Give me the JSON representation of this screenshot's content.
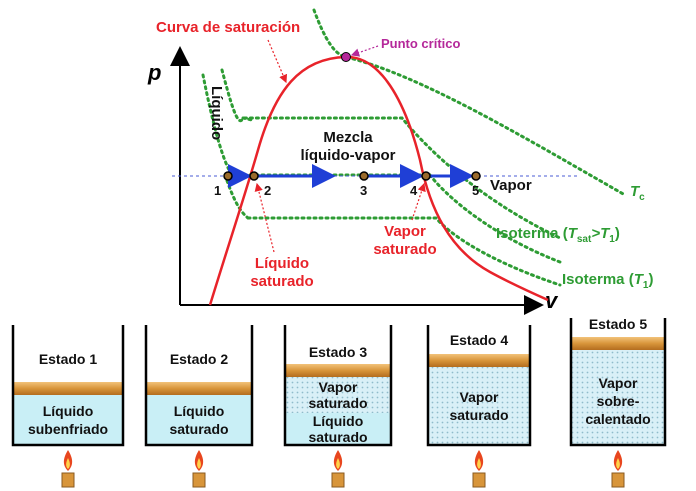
{
  "diagram": {
    "axis_p": "p",
    "axis_v": "v",
    "saturation_curve": "Curva de saturación",
    "critical_point": "Punto crítico",
    "liquid_region": "Líquido",
    "mixture_line1": "Mezcla",
    "mixture_line2": "líquido-vapor",
    "vapor_region": "Vapor",
    "tc_label": "T",
    "tc_sub": "c",
    "isotherm_tsat_prefix": "Isoterma (",
    "isotherm_tsat_T": "T",
    "isotherm_tsat_sub": "sat",
    "isotherm_tsat_gt": ">T",
    "isotherm_tsat_sub1": "1",
    "isotherm_tsat_close": ")",
    "isotherm_t1_prefix": "Isoterma (",
    "isotherm_t1_T": "T",
    "isotherm_t1_sub": "1",
    "isotherm_t1_close": ")",
    "sat_liquid_line1": "Líquido",
    "sat_liquid_line2": "saturado",
    "sat_vapor_line1": "Vapor",
    "sat_vapor_line2": "saturado",
    "points": [
      "1",
      "2",
      "3",
      "4",
      "5"
    ]
  },
  "states": [
    {
      "title": "Estado 1",
      "lines": [
        "Líquido",
        "subenfriado"
      ]
    },
    {
      "title": "Estado 2",
      "lines": [
        "Líquido",
        "saturado"
      ]
    },
    {
      "title": "Estado 3",
      "lines": [
        "Vapor",
        "saturado",
        "Líquido",
        "saturado"
      ]
    },
    {
      "title": "Estado 4",
      "lines": [
        "Vapor",
        "saturado"
      ]
    },
    {
      "title": "Estado 5",
      "lines": [
        "Vapor",
        "sobre-",
        "calentado"
      ]
    }
  ],
  "colors": {
    "curve": "#e8232a",
    "isotherm": "#2e9c34",
    "process_arrow": "#1f3fd6",
    "critical": "#b5289a",
    "liquid_fill": "#c9eff6",
    "vapor_fill": "#d6eef5",
    "piston": "#d8953a",
    "flame": "#e8461e"
  }
}
